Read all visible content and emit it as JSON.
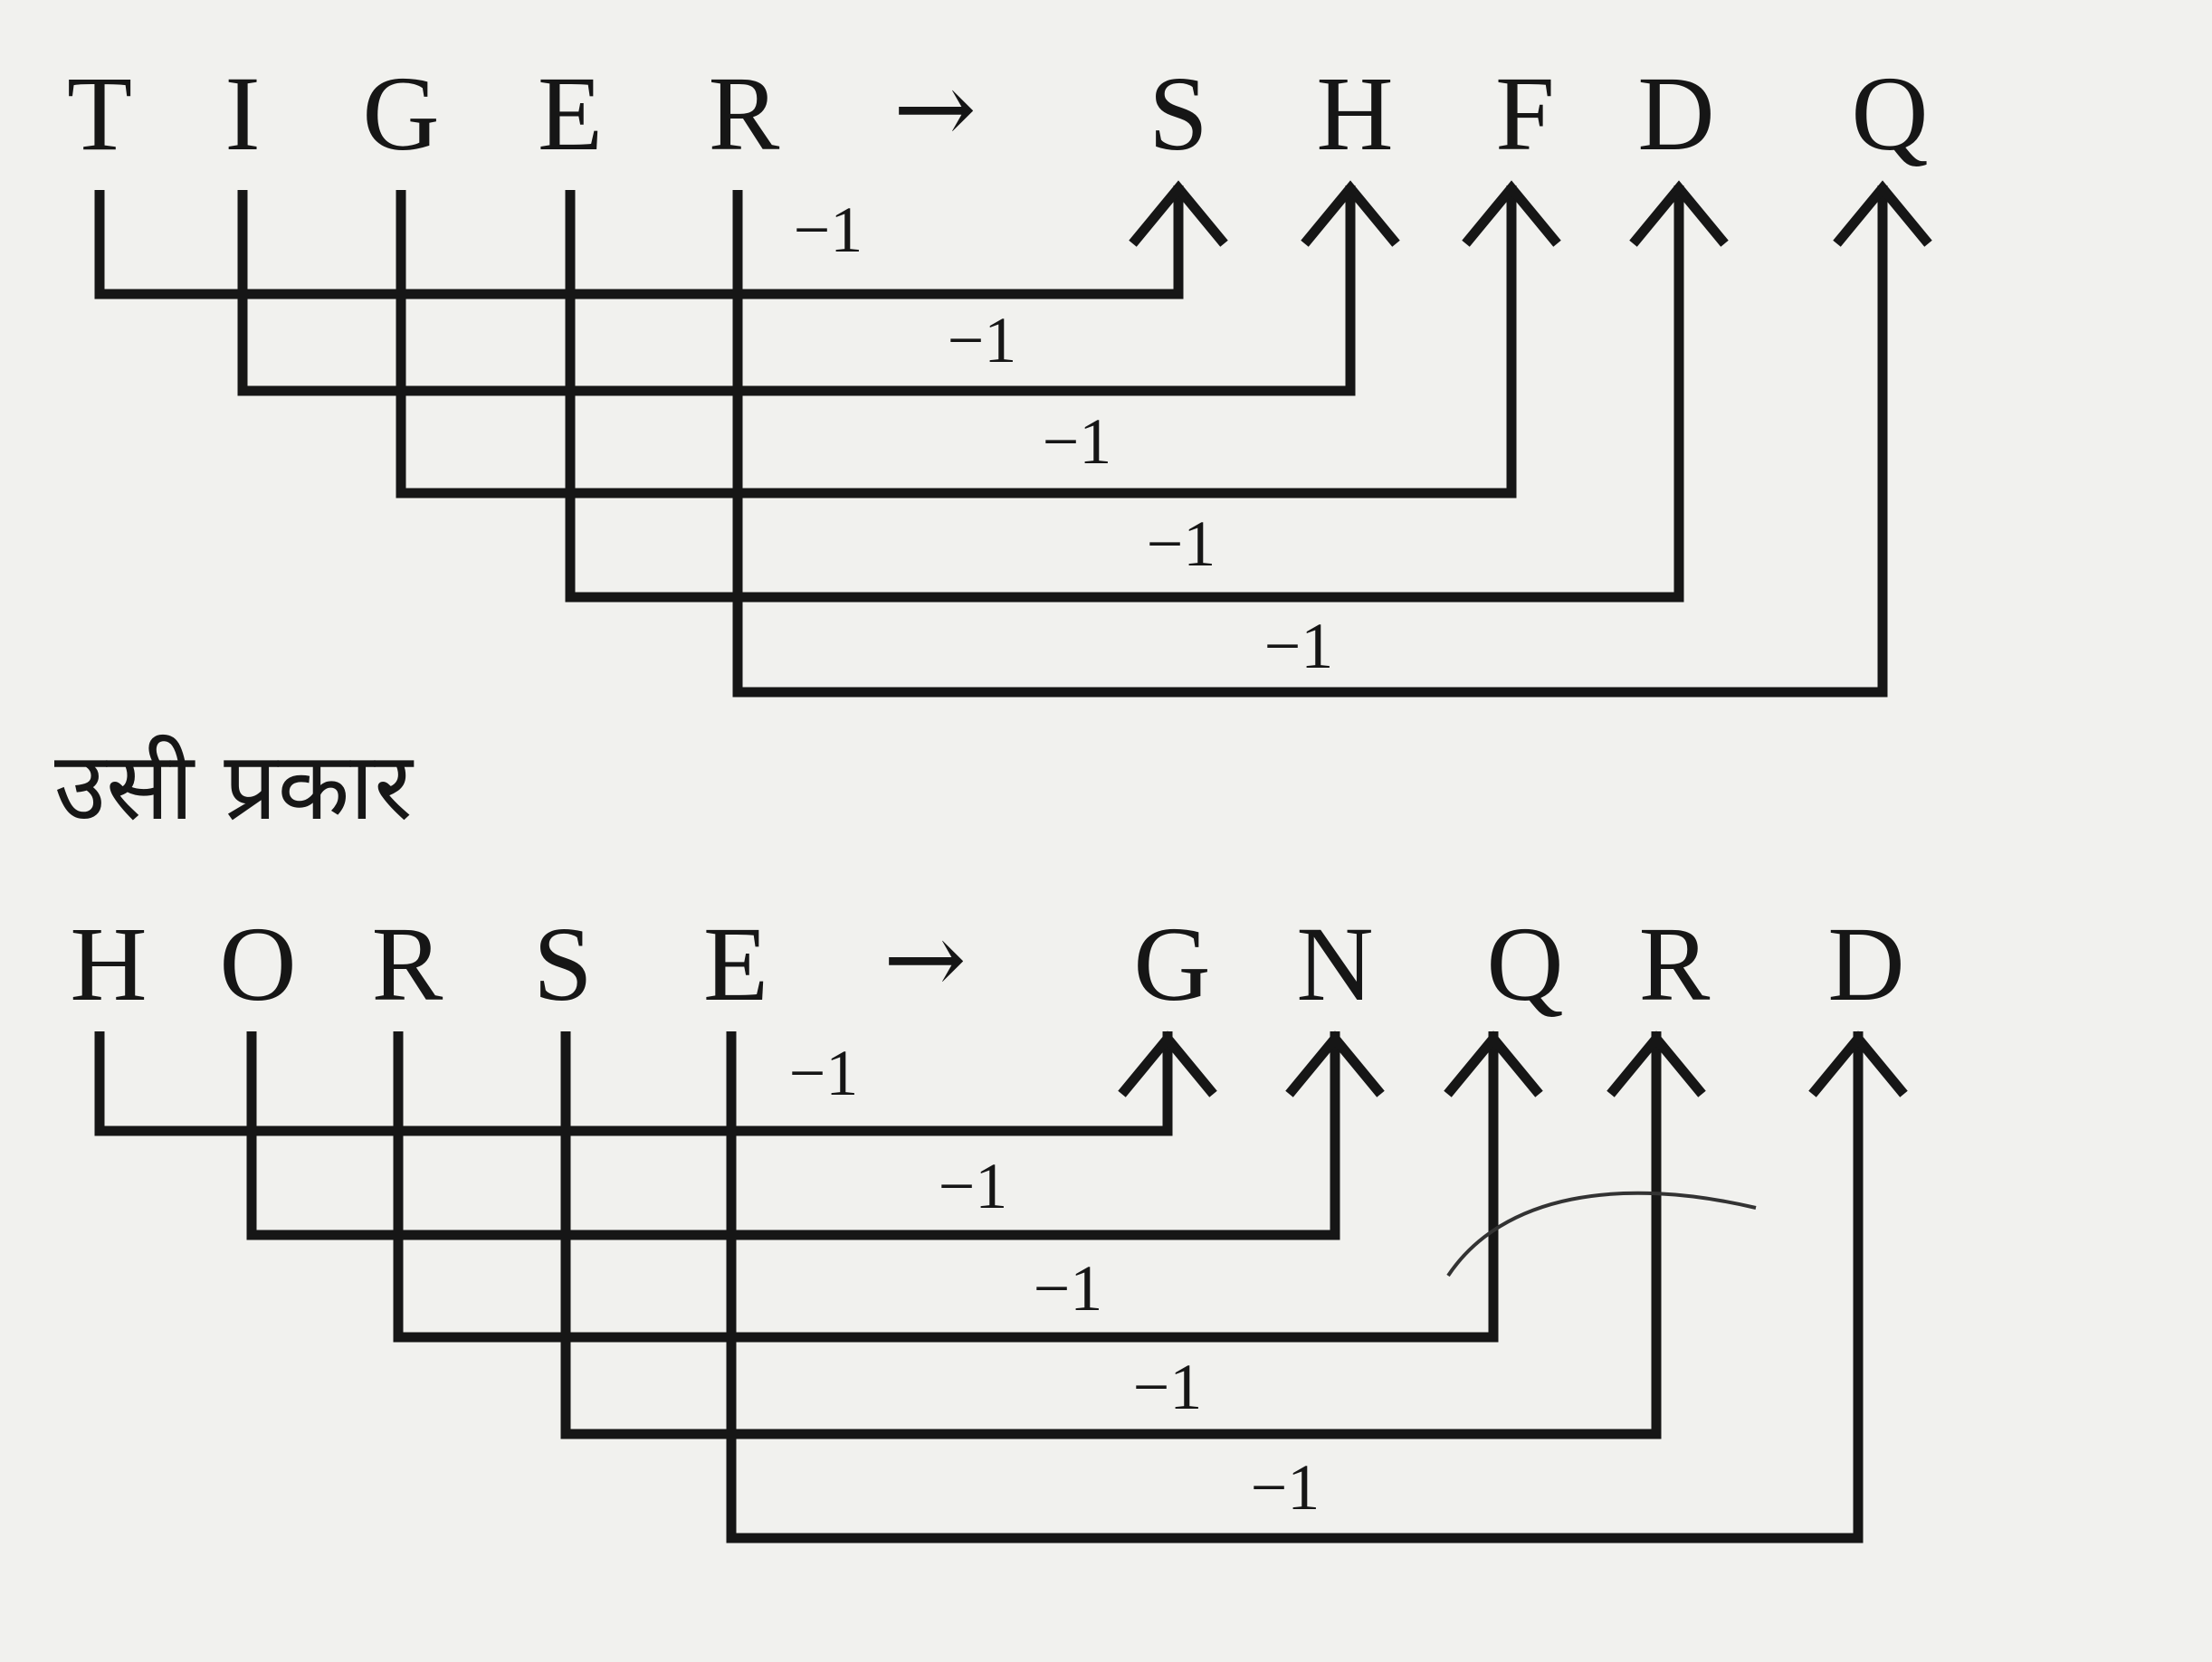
{
  "examples": [
    {
      "source": [
        "T",
        "I",
        "G",
        "E",
        "R"
      ],
      "arrow": "→",
      "target": [
        "S",
        "H",
        "F",
        "D",
        "Q"
      ],
      "steps": [
        "−1",
        "−1",
        "−1",
        "−1",
        "−1"
      ]
    },
    {
      "source": [
        "H",
        "O",
        "R",
        "S",
        "E"
      ],
      "arrow": "→",
      "target": [
        "G",
        "N",
        "Q",
        "R",
        "D"
      ],
      "steps": [
        "−1",
        "−1",
        "−1",
        "−1",
        "−1"
      ]
    }
  ],
  "connector": "उसी प्रकार",
  "colors": {
    "ink": "#161616",
    "paper": "#f1f1ee"
  }
}
